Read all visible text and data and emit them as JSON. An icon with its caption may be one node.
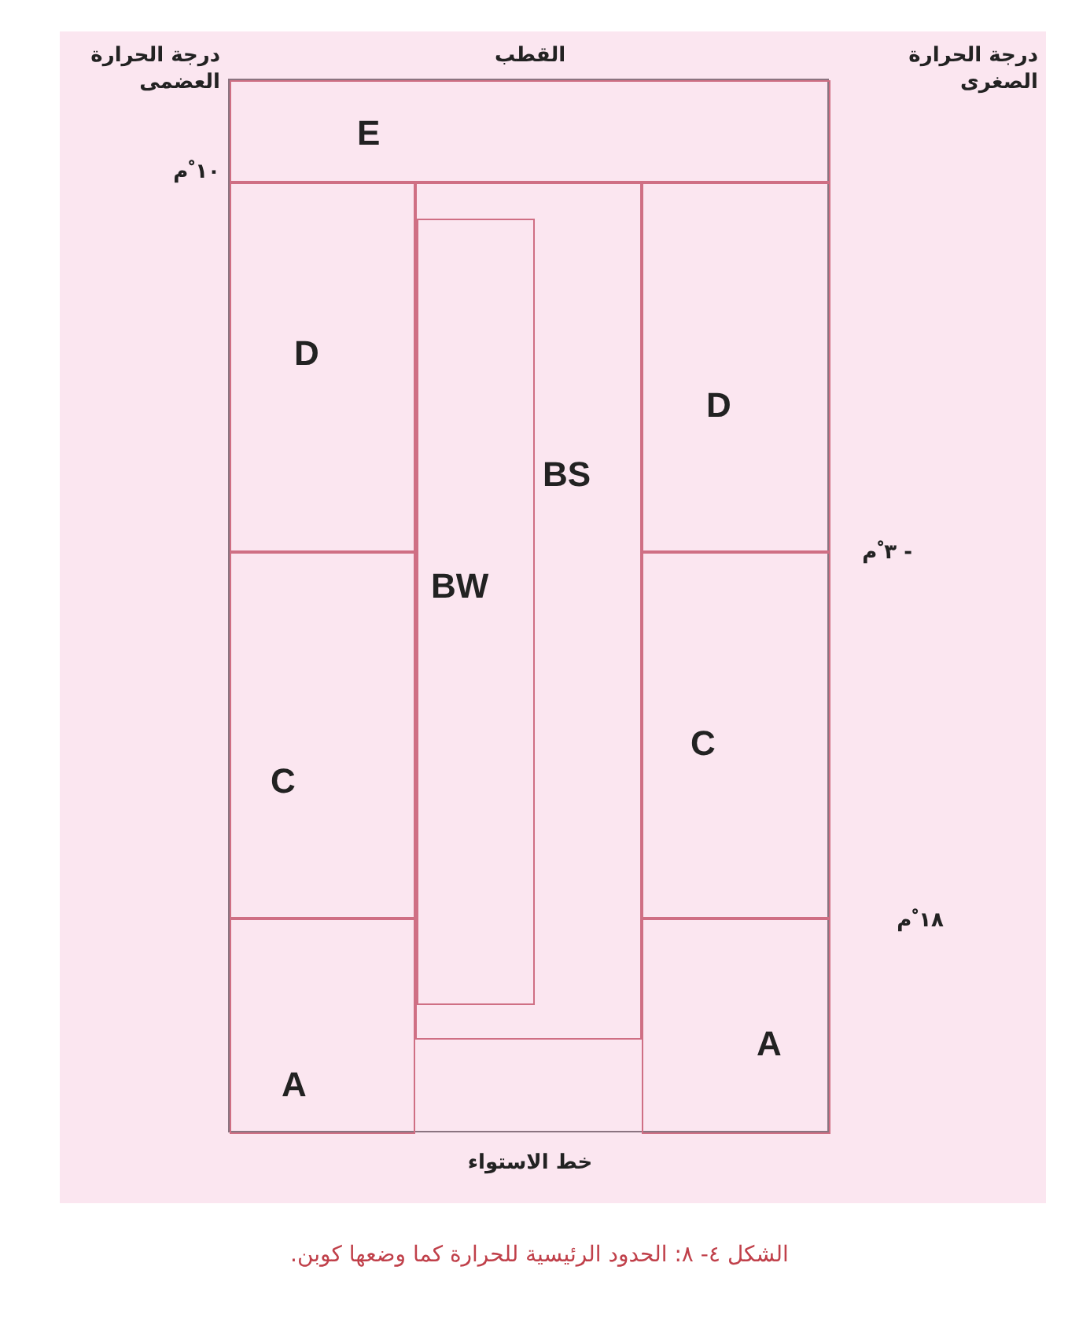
{
  "diagram": {
    "caption": "الشكل ٤- ٨: الحدود الرئيسية للحرارة كما وضعها كوبن.",
    "nodes": [
      {
        "text": [],
        "shape": "box"
      },
      {
        "text": [
          "E"
        ],
        "in": 0
      },
      {
        "text": [
          "D"
        ],
        "in": 0
      },
      {
        "text": [
          "BS"
        ],
        "in": 0
      },
      {
        "text": [
          "BW"
        ],
        "in": 3
      },
      {
        "text": [
          "D"
        ],
        "in": 0
      },
      {
        "text": [
          "C"
        ],
        "in": 0
      },
      {
        "text": [
          "C"
        ],
        "in": 0
      },
      {
        "text": [
          "A"
        ],
        "in": 0
      },
      {
        "text": [
          "A"
        ],
        "in": 0
      }
    ],
    "labels": [
      "درجة الحرارة العضمى",
      "القطب",
      "درجة الحرارة الصغرى",
      "١٠ ْم",
      "- ٣ ْم",
      "١٨ ْم",
      "خط الاستواء"
    ]
  }
}
